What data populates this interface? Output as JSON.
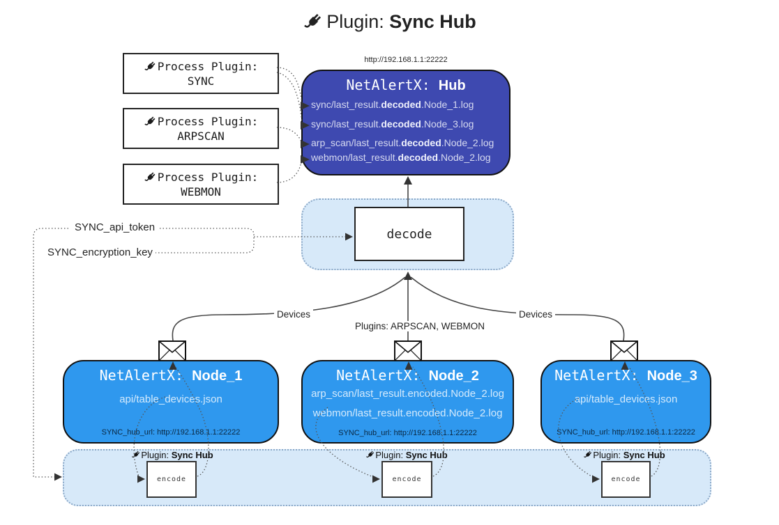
{
  "title": {
    "prefix": "Plugin:",
    "bold": "Sync Hub"
  },
  "hub": {
    "url_label": "http://192.168.1.1:22222",
    "title_prefix": "NetAlertX: ",
    "title_bold": "Hub",
    "log_lines": [
      {
        "pre": "sync/last_result.",
        "bold": "decoded",
        "post": ".Node_1.log"
      },
      {
        "pre": "sync/last_result.",
        "bold": "decoded",
        "post": ".Node_3.log"
      },
      {
        "pre": "arp_scan/last_result.",
        "bold": "decoded",
        "post": ".Node_2.log"
      },
      {
        "pre": "webmon/last_result.",
        "bold": "decoded",
        "post": ".Node_2.log"
      }
    ]
  },
  "process_plugins": [
    {
      "label": "Process Plugin:",
      "name": "SYNC"
    },
    {
      "label": "Process Plugin:",
      "name": "ARPSCAN"
    },
    {
      "label": "Process Plugin:",
      "name": "WEBMON"
    }
  ],
  "decode": {
    "label": "decode"
  },
  "secrets": {
    "api_token": "SYNC_api_token",
    "encryption_key": "SYNC_encryption_key"
  },
  "edges": {
    "devices_left": "Devices",
    "devices_right": "Devices",
    "plugins_mid": "Plugins: ARPSCAN, WEBMON"
  },
  "nodes": [
    {
      "title_prefix": "NetAlertX: ",
      "title_bold": "Node_1",
      "lines": [
        "api/table_devices.json"
      ],
      "hub_url": "SYNC_hub_url: http://192.168.1.1:22222"
    },
    {
      "title_prefix": "NetAlertX: ",
      "title_bold": "Node_2",
      "lines": [
        "arp_scan/last_result.encoded.Node_2.log",
        "webmon/last_result.encoded.Node_2.log"
      ],
      "hub_url": "SYNC_hub_url: http://192.168.1.1:22222"
    },
    {
      "title_prefix": "NetAlertX: ",
      "title_bold": "Node_3",
      "lines": [
        "api/table_devices.json"
      ],
      "hub_url": "SYNC_hub_url: http://192.168.1.1:22222"
    }
  ],
  "encode_band": {
    "plugin_label_prefix": "Plugin: ",
    "plugin_label_bold": "Sync Hub",
    "encode_label": "encode"
  },
  "icons": {
    "plug": "plug-icon",
    "envelope": "envelope-icon"
  },
  "colors": {
    "hub_bg": "#3e49b0",
    "node_bg": "#2f98ee",
    "band_bg": "#d7e9f9",
    "line": "#444"
  }
}
